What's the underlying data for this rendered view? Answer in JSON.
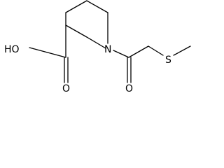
{
  "atoms": {
    "hydroxyl": "HO",
    "carbonyl_oxygen_acid": "O",
    "nitrogen": "N",
    "carbonyl_oxygen_amide": "O",
    "sulfur": "S"
  }
}
